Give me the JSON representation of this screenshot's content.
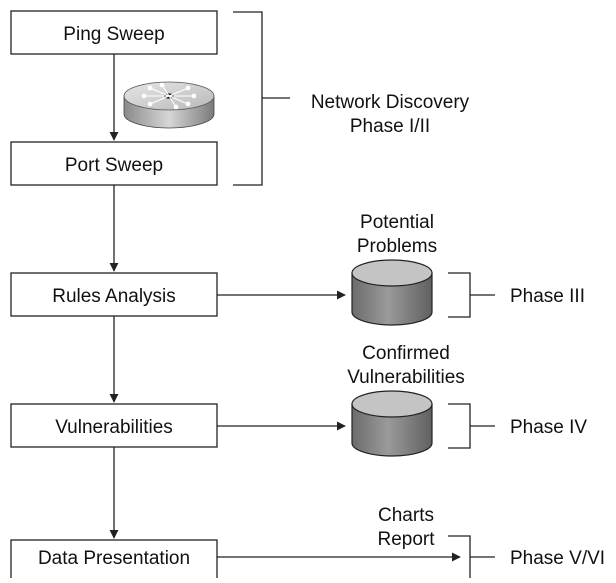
{
  "steps": {
    "ping_sweep": "Ping Sweep",
    "port_sweep": "Port Sweep",
    "rules_analysis": "Rules Analysis",
    "vulnerabilities": "Vulnerabilities",
    "data_presentation": "Data Presentation"
  },
  "phases": {
    "network_discovery": {
      "line1": "Network Discovery",
      "line2": "Phase I/II"
    },
    "phase3": "Phase III",
    "phase4": "Phase IV",
    "phase5_6": "Phase V/VI"
  },
  "outputs": {
    "potential_problems": {
      "line1": "Potential",
      "line2": "Problems"
    },
    "confirmed_vulnerabilities": {
      "line1": "Confirmed",
      "line2": "Vulnerabilities"
    },
    "charts_report": {
      "line1": "Charts",
      "line2": "Report"
    }
  },
  "icons": {
    "router": "router-icon",
    "database": "database-icon"
  }
}
